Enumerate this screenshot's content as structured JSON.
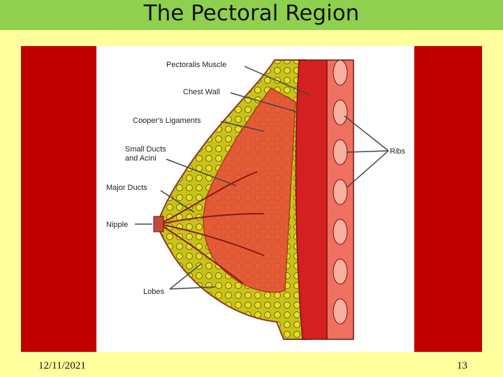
{
  "slide": {
    "title": "The Pectoral Region",
    "date": "12/11/2021",
    "page_number": "13"
  },
  "diagram": {
    "labels": {
      "pectoralis_muscle": "Pectoralis Muscle",
      "chest_wall": "Chest Wall",
      "coopers_ligaments": "Cooper's Ligaments",
      "small_ducts_1": "Small Ducts",
      "small_ducts_2": "and Acini",
      "major_ducts": "Major Ducts",
      "nipple": "Nipple",
      "lobes": "Lobes",
      "ribs": "Ribs"
    },
    "colors": {
      "frame": "#c00000",
      "title_bar": "#8fd14f",
      "background": "#ffff9d"
    }
  }
}
